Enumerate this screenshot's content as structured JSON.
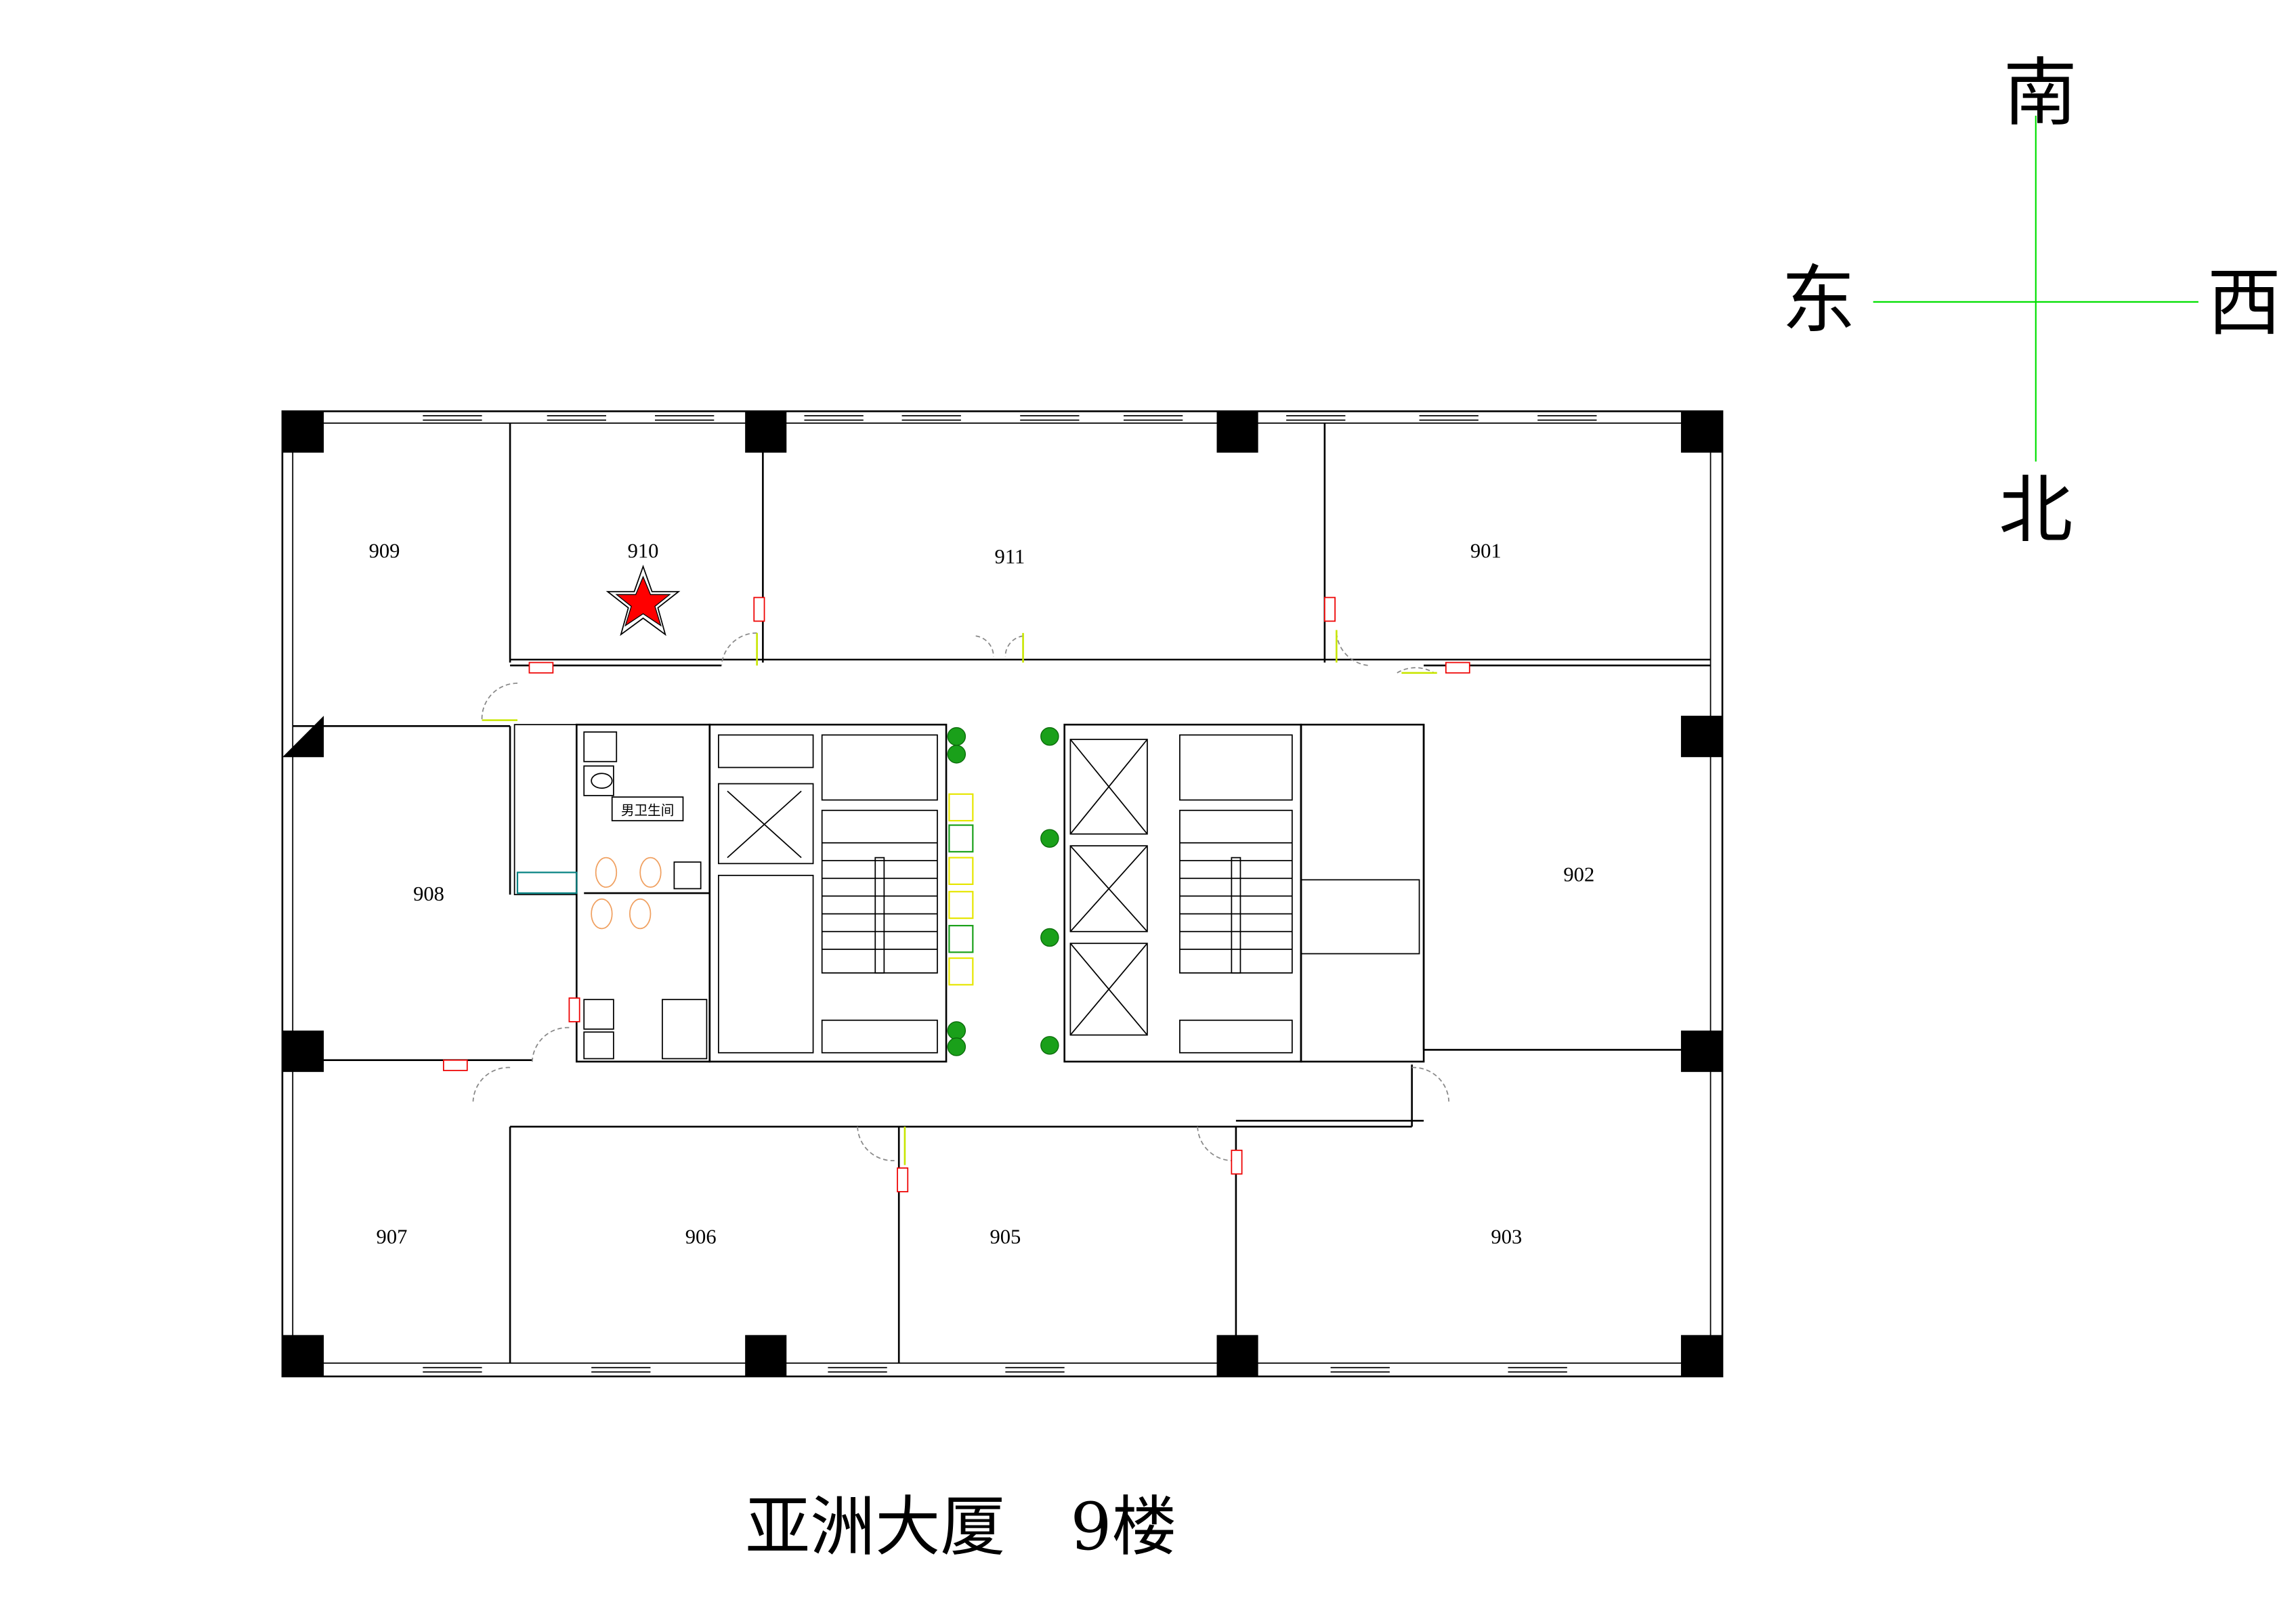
{
  "title": "亚洲大厦　9楼",
  "compass": {
    "north": "北",
    "south": "南",
    "east": "东",
    "west": "西",
    "line_color": "#00e000"
  },
  "rooms": {
    "r909": "909",
    "r910": "910",
    "r911": "911",
    "r901": "901",
    "r908": "908",
    "r902": "902",
    "r907": "907",
    "r906": "906",
    "r905": "905",
    "r903": "903"
  },
  "restroom_label": "男卫生间",
  "marker": {
    "icon": "star-icon",
    "color": "#ff0000",
    "room": "910"
  }
}
